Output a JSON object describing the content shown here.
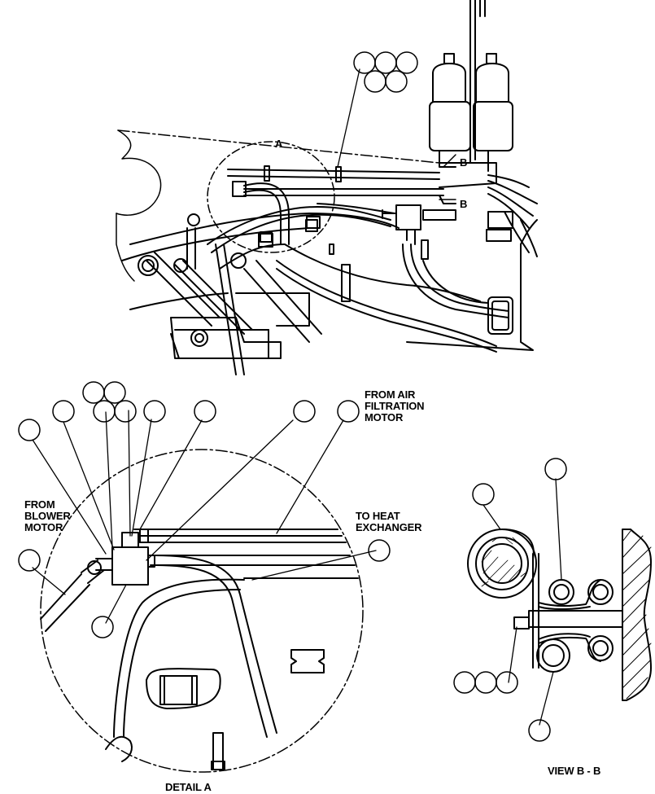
{
  "labels": {
    "from_air": [
      "FROM AIR",
      "FILTRATION",
      "MOTOR"
    ],
    "from_blower": [
      "FROM",
      "BLOWER",
      "MOTOR"
    ],
    "to_heat": [
      "TO HEAT",
      "EXCHANGER"
    ],
    "detail_a": "DETAIL A",
    "view_bb": "VIEW B - B",
    "section_a": "A",
    "section_b": "B"
  }
}
